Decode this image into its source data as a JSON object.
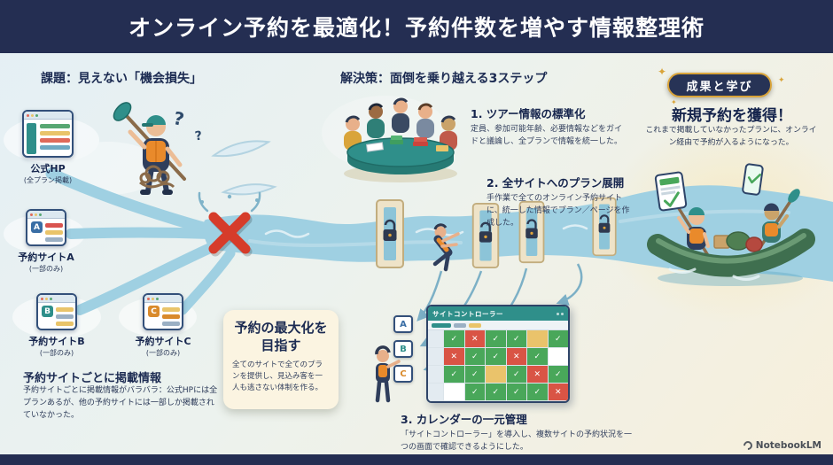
{
  "header": {
    "title": "オンライン予約を最適化！予約件数を増やす情報整理術"
  },
  "problem": {
    "heading": "課題：見えない「機会損失」",
    "question_mark": "?",
    "sites": [
      {
        "letter": "",
        "label": "公式HP",
        "sub": "(全プラン掲載)"
      },
      {
        "letter": "A",
        "label": "予約サイトA",
        "sub": "(一部のみ)"
      },
      {
        "letter": "B",
        "label": "予約サイトB",
        "sub": "(一部のみ)"
      },
      {
        "letter": "C",
        "label": "予約サイトC",
        "sub": "(一部のみ)"
      }
    ],
    "note_heading": "予約サイトごとに掲載情報",
    "note_text": "予約サイトごとに掲載情報がバラバラ：公式HPには全プランあるが、他の予約サイトには一部しか掲載されていなかった。"
  },
  "solution": {
    "heading": "解決策：面倒を乗り越える3ステップ",
    "steps": [
      {
        "title": "1. ツアー情報の標準化",
        "text": "定員、参加可能年齢、必要情報などをガイドと議論し、全プランで情報を統一した。"
      },
      {
        "title": "2. 全サイトへのプラン展開",
        "text": "手作業で全てのオンライン予約サイトに、統一した情報でプラン／ページを作成した。"
      },
      {
        "title": "3. カレンダーの一元管理",
        "text": "「サイトコントローラー」を導入し、複数サイトの予約状況を一つの画面で確認できるようにした。"
      }
    ],
    "goal": {
      "title": "予約の最大化を目指す",
      "text": "全てのサイトで全てのプランを提供し、見込み客を一人も逃さない体制を作る。"
    },
    "channel_tiles": [
      "A",
      "B",
      "C"
    ],
    "calendar": {
      "title": "サイトコントローラー",
      "check_glyph": "✓",
      "x_glyph": "✕",
      "grid": [
        [
          "lbl",
          "g",
          "r",
          "g",
          "g",
          "y",
          "g"
        ],
        [
          "lbl",
          "r",
          "g",
          "g",
          "r",
          "g",
          "w"
        ],
        [
          "lbl",
          "g",
          "g",
          "y",
          "g",
          "r",
          "g"
        ],
        [
          "lbl",
          "w",
          "g",
          "g",
          "g",
          "g",
          "r"
        ]
      ]
    }
  },
  "results": {
    "badge": "成果と学び",
    "sparkle": "✦",
    "title": "新規予約を獲得！",
    "text": "これまで掲載していなかったプランに、オンライン経由で予約が入るようになった。"
  },
  "footer": {
    "brand": "NotebookLM"
  }
}
